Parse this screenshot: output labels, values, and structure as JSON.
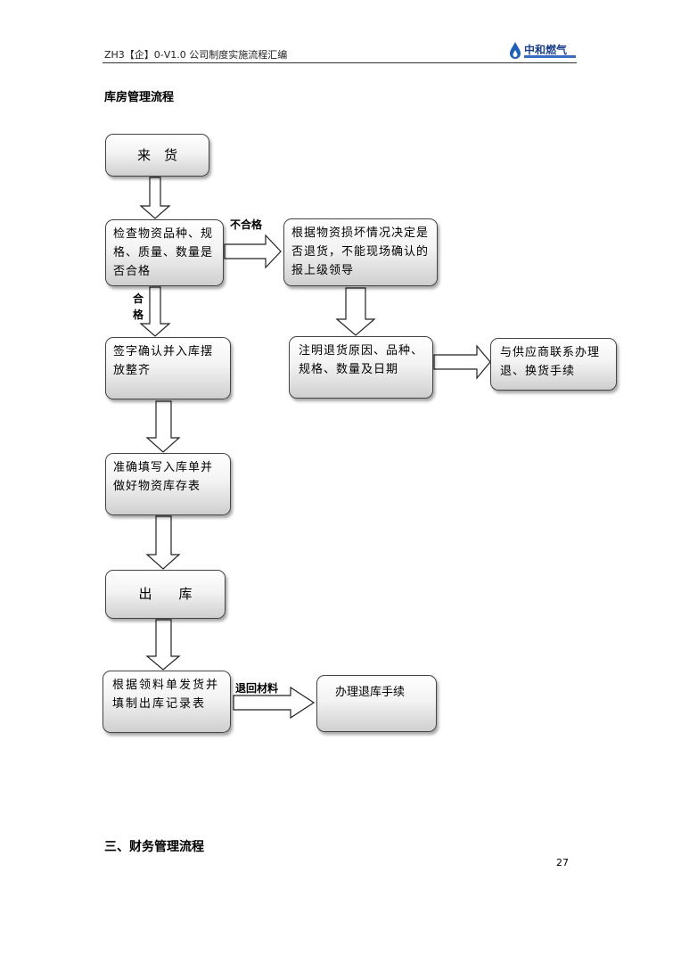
{
  "header": {
    "doc_code": "ZH3【企】0-V1.0 公司制度实施流程汇编",
    "logo_text": "中和燃气"
  },
  "section_title": "库房管理流程",
  "flow": {
    "incoming": "来　货",
    "inspect": "检查物资品种、规格、质量、数量是否合格",
    "decide_return": "根据物资损坏情况决定是否退货，不能现场确认的报上级领导",
    "sign_store": "签字确认并入库摆放整齐",
    "note_reason": "注明退货原因、品种、规格、数量及日期",
    "contact_supplier": "与供应商联系办理退、换货手续",
    "fill_record": "准确填写入库单并做好物资库存表",
    "outgoing": "出　　库",
    "issue_record": "根据领料单发货并填制出库记录表",
    "return_handle": "办理退库手续"
  },
  "labels": {
    "unqualified": "不合格",
    "qualified": "合格",
    "return_material": "退回材料"
  },
  "footer": {
    "next_section": "三、财务管理流程",
    "page_number": "27"
  }
}
